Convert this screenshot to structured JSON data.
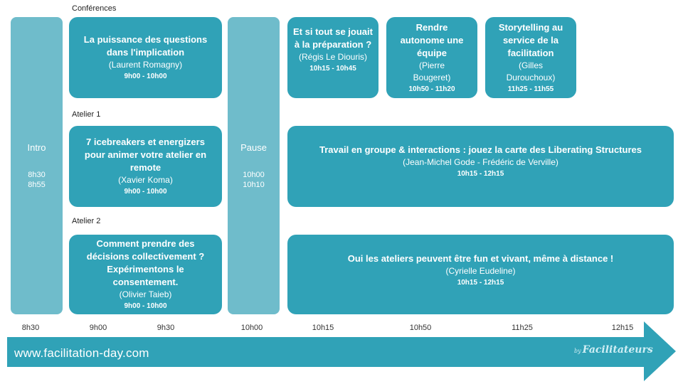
{
  "sections": {
    "conferences": "Conférences",
    "atelier1": "Atelier 1",
    "atelier2": "Atelier 2"
  },
  "intro": {
    "title": "Intro",
    "time_start": "8h30",
    "time_end": "8h55"
  },
  "pause": {
    "title": "Pause",
    "time_start": "10h00",
    "time_end": "10h10"
  },
  "sessions": [
    {
      "title_lines": [
        "La puissance des questions",
        "dans l'implication"
      ],
      "speaker": "(Laurent Romagny)",
      "time": "9h00 - 10h00"
    },
    {
      "title_lines": [
        "Et si tout se jouait",
        "à la préparation ?"
      ],
      "speaker": "(Régis Le Diouris)",
      "time": "10h15 - 10h45"
    },
    {
      "title_lines": [
        "Rendre",
        "autonome une",
        "équipe"
      ],
      "speaker_lines": [
        "(Pierre",
        "Bougeret)"
      ],
      "time": "10h50 - 11h20"
    },
    {
      "title_lines": [
        "Storytelling au",
        "service de la",
        "facilitation"
      ],
      "speaker_lines": [
        "(Gilles",
        "Durouchoux)"
      ],
      "time": "11h25 - 11h55"
    },
    {
      "title_lines": [
        "7 icebreakers et energizers",
        "pour animer votre atelier en",
        "remote"
      ],
      "speaker": "(Xavier Koma)",
      "time": "9h00 - 10h00"
    },
    {
      "title_lines": [
        "Travail en groupe & interactions : jouez la carte des Liberating Structures"
      ],
      "speaker": "(Jean-Michel Gode - Frédéric de Verville)",
      "time": "10h15 - 12h15"
    },
    {
      "title_lines": [
        "Comment prendre des",
        "décisions collectivement ?",
        "Expérimentons le",
        "consentement."
      ],
      "speaker": "(Olivier Taieb)",
      "time": "9h00 - 10h00"
    },
    {
      "title_lines": [
        "Oui les ateliers peuvent être fun et vivant, même à distance !"
      ],
      "speaker": "(Cyrielle Eudeline)",
      "time": "10h15 - 12h15"
    }
  ],
  "timeline": {
    "ticks": [
      "8h30",
      "9h00",
      "9h30",
      "10h00",
      "10h15",
      "10h50",
      "11h25",
      "12h15"
    ],
    "website": "www.facilitation-day.com",
    "brand_by": "by",
    "brand_name": "Facilitateurs"
  },
  "colors": {
    "primary": "#30a2b7",
    "light": "#6fbccb",
    "text_on_color": "#ffffff"
  }
}
